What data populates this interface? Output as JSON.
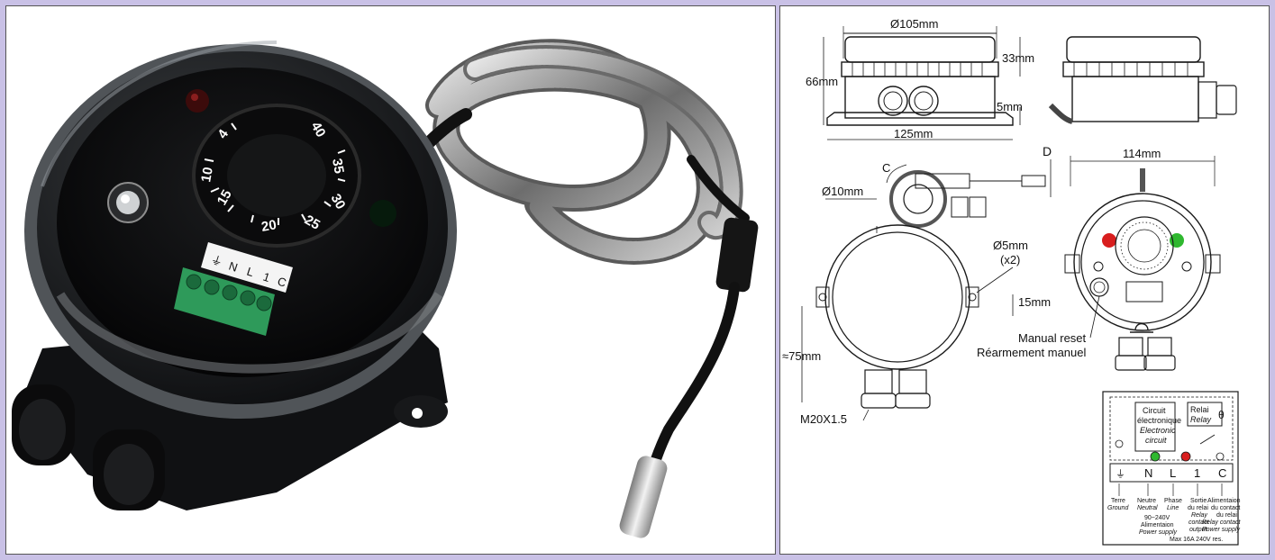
{
  "photo": {
    "dial_numbers": [
      "4",
      "10",
      "15",
      "20",
      "25",
      "30",
      "35",
      "40"
    ],
    "terminal_labels": [
      "⏚",
      "N",
      "L",
      "1",
      "C"
    ]
  },
  "dimensions": {
    "diameter_top": "Ø105mm",
    "height": "66mm",
    "top_height": "33mm",
    "small_height": "5mm",
    "base_width": "125mm",
    "front_width": "114mm",
    "probe_loop": "C",
    "probe_tip": "D",
    "probe_diameter": "Ø10mm",
    "hole_diameter": "Ø5mm",
    "hole_count": "(x2)",
    "hole_offset": "15mm",
    "approx_height": "≈75mm",
    "gland_thread": "M20X1.5",
    "manual_reset_en": "Manual reset",
    "manual_reset_fr": "Réarmement manuel"
  },
  "wiring": {
    "circuit_fr": "Circuit",
    "circuit_fr2": "électronique",
    "circuit_en": "Electronic",
    "circuit_en2": "circuit",
    "relay_fr": "Relai",
    "relay_en": "Relay",
    "theta": "θ",
    "terminals": [
      "⏚",
      "N",
      "L",
      "1",
      "C"
    ],
    "terre": "Terre",
    "ground": "Ground",
    "neutre": "Neutre",
    "neutral": "Neutral",
    "phase": "Phase",
    "line": "Line",
    "sortie": "Sortie",
    "du_relai": "du relai",
    "relay_contact": "Relay",
    "contact": "contact",
    "output": "output",
    "alim1": "Alimentaion",
    "alim2": "du contact",
    "alim3": "du relai",
    "relay_contact_ps1": "Relay contact",
    "relay_contact_ps2": "Power supply",
    "voltage": "90~240V",
    "alimentaion": "Alimentaion",
    "power_supply": "Power supply",
    "max_rating": "Max 16A 240V res."
  },
  "colors": {
    "background": "#c9c1e6",
    "led_red": "#d81e1e",
    "led_green": "#2fb82f",
    "terminal_green": "#2e9a5a"
  }
}
